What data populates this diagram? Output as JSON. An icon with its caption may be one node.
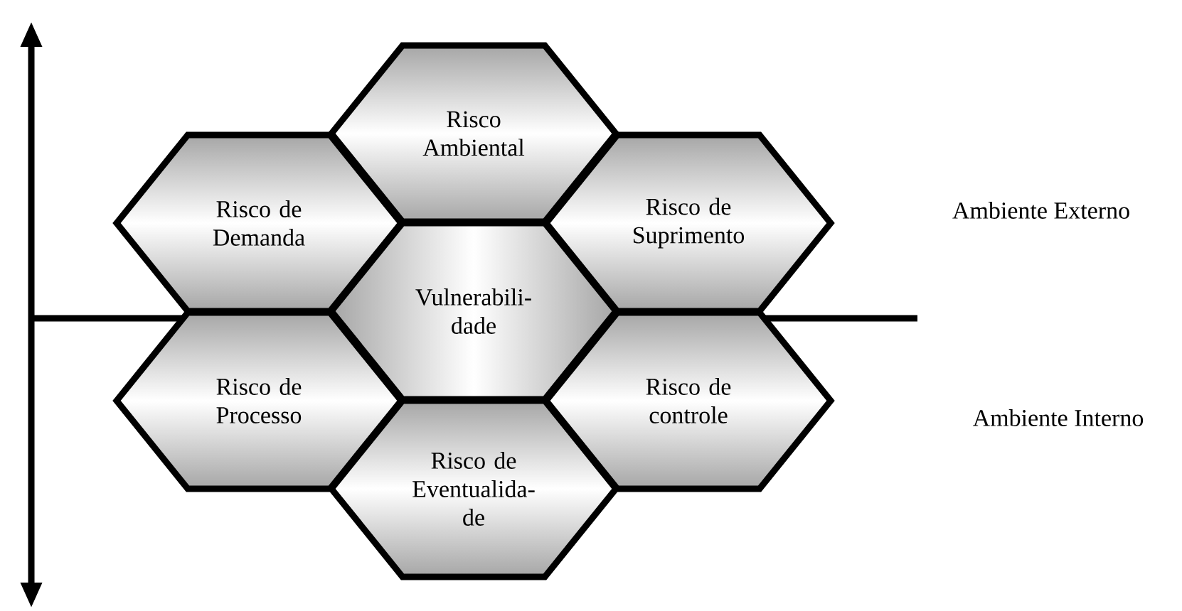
{
  "diagram": {
    "nodes": [
      {
        "text": [
          "Risco Ambiental"
        ]
      },
      {
        "text": [
          "Risco de Demanda"
        ]
      },
      {
        "text": [
          "Risco de Suprimento"
        ]
      },
      {
        "text": [
          "Vulnerabili-dade"
        ]
      },
      {
        "text": [
          "Risco de Processo"
        ]
      },
      {
        "text": [
          "Risco de controle"
        ]
      },
      {
        "text": [
          "Risco de Eventualida-de"
        ]
      }
    ],
    "labels": [
      "Ambiente Externo",
      "Ambiente Interno"
    ]
  }
}
